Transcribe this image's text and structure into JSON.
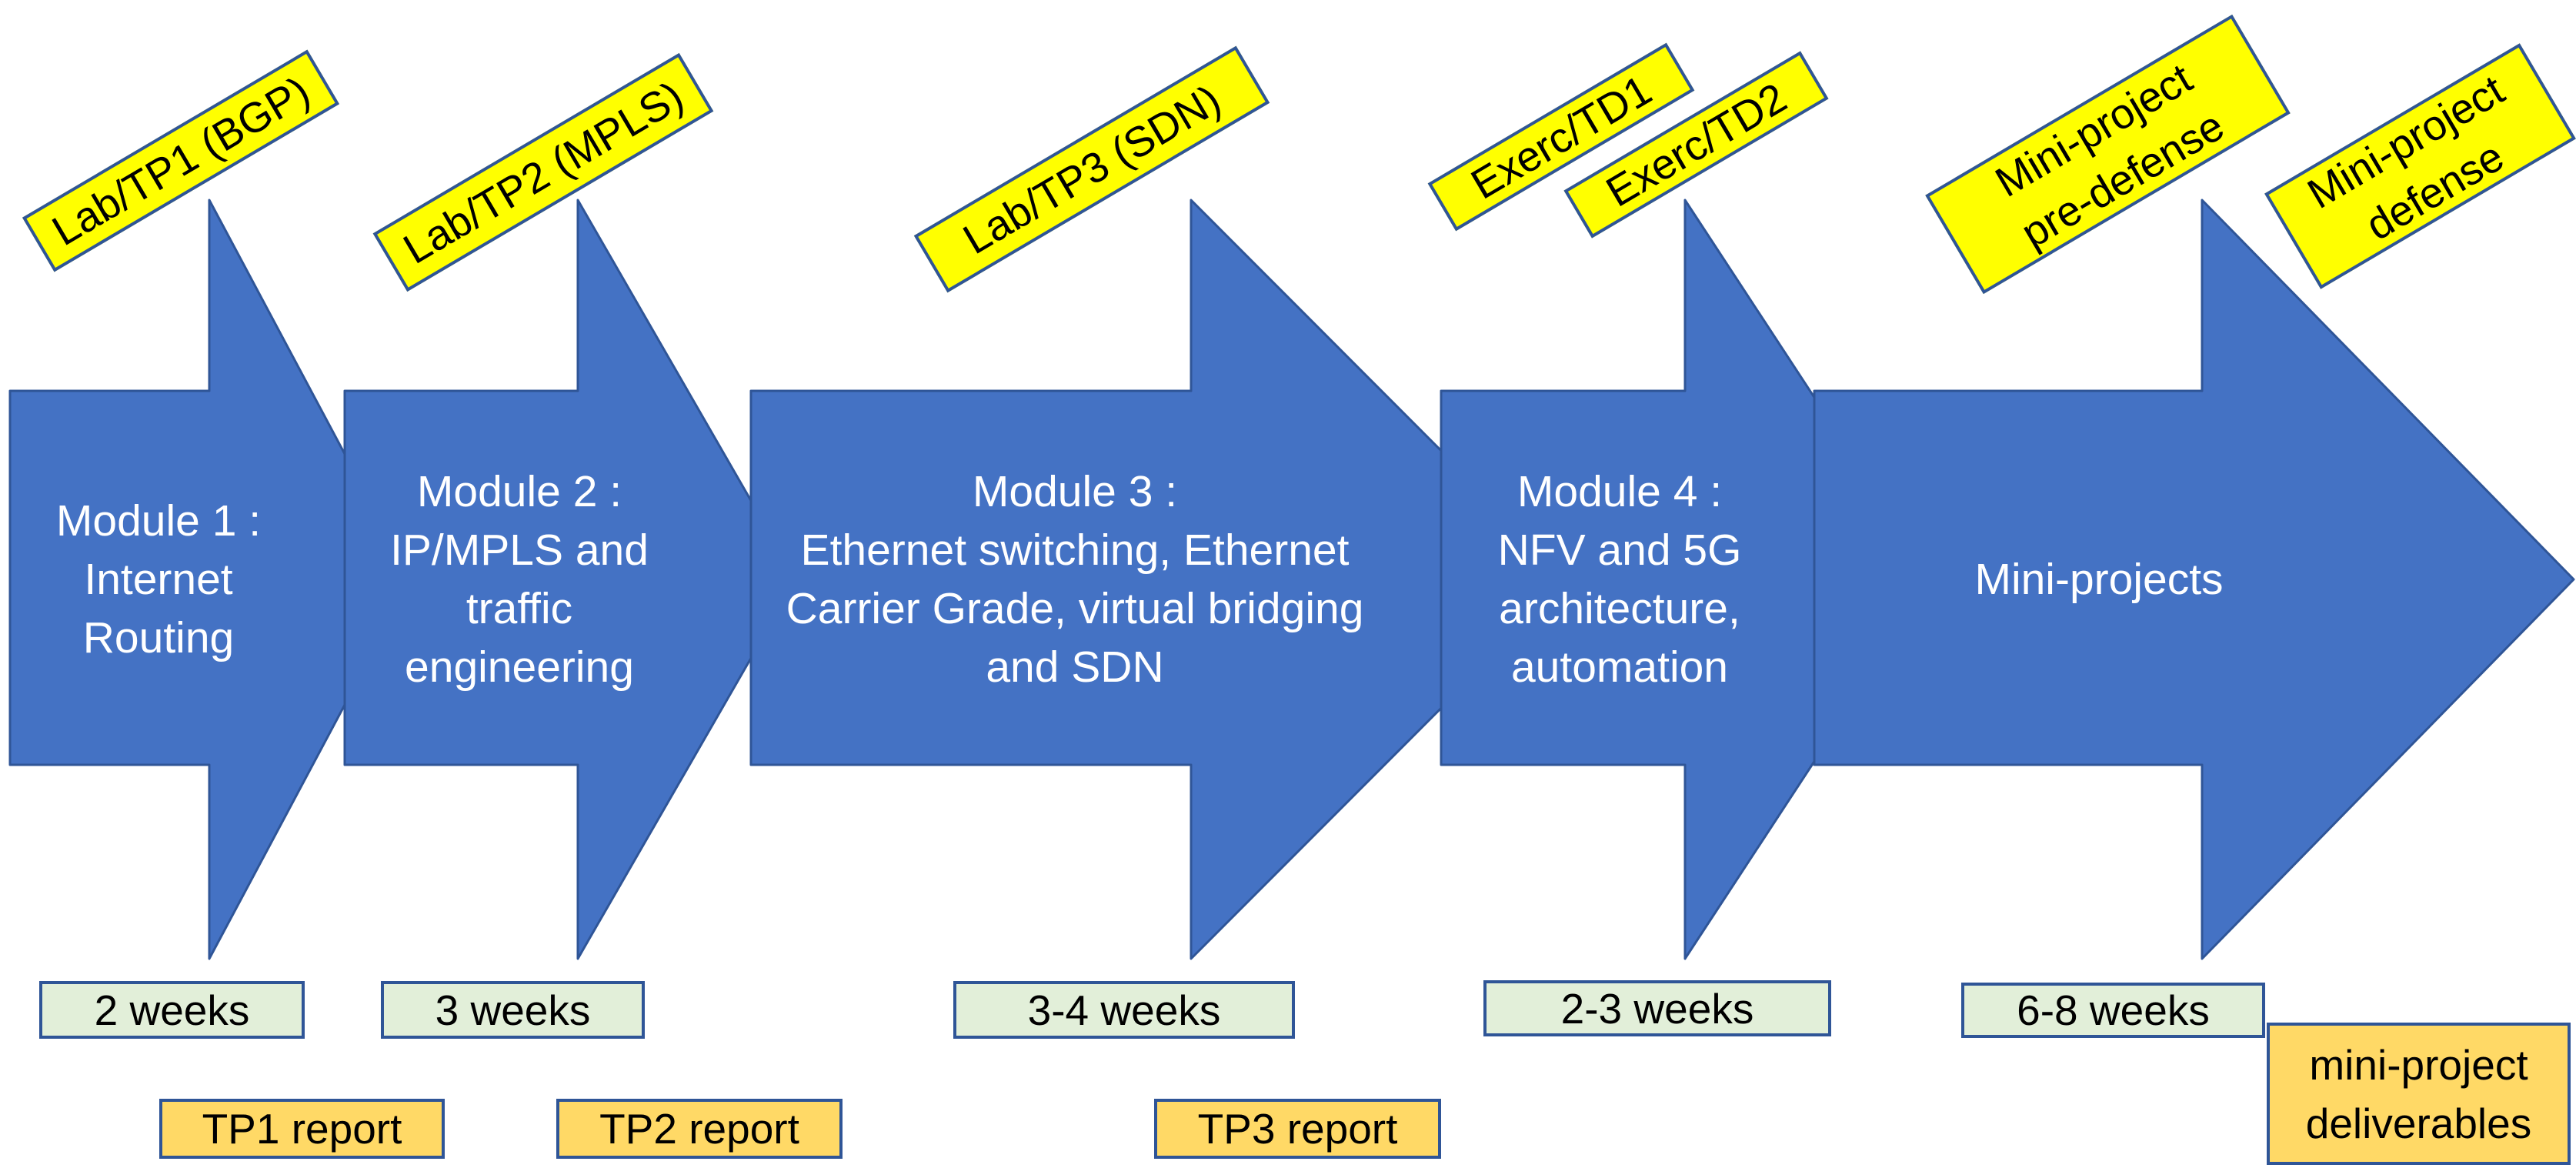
{
  "diagram": {
    "modules": [
      {
        "title": "Module 1 :\nInternet\nRouting"
      },
      {
        "title": "Module 2 :\nIP/MPLS and\ntraffic\nengineering"
      },
      {
        "title": "Module 3 :\nEthernet switching, Ethernet\nCarrier Grade, virtual bridging\nand SDN"
      },
      {
        "title": "Module 4 :\nNFV and 5G\narchitecture,\nautomation"
      },
      {
        "title": "Mini-projects"
      }
    ],
    "callouts": [
      {
        "text": "Lab/TP1 (BGP)"
      },
      {
        "text": "Lab/TP2 (MPLS)"
      },
      {
        "text": "Lab/TP3 (SDN)"
      },
      {
        "text": "Exerc/TD1"
      },
      {
        "text": "Exerc/TD2"
      },
      {
        "text": "Mini-project\npre-defense"
      },
      {
        "text": "Mini-project\ndefense"
      }
    ],
    "durations": [
      {
        "text": "2 weeks"
      },
      {
        "text": "3 weeks"
      },
      {
        "text": "3-4 weeks"
      },
      {
        "text": "2-3 weeks"
      },
      {
        "text": "6-8 weeks"
      }
    ],
    "notes": [
      {
        "text": "TP1 report"
      },
      {
        "text": "TP2 report"
      },
      {
        "text": "TP3 report"
      },
      {
        "text": "mini-project\ndeliverables"
      }
    ],
    "colors": {
      "arrow_fill": "#4472C4",
      "arrow_stroke": "#2F5597",
      "callout_fill": "#FFFF00",
      "duration_fill": "#E2EFD9",
      "note_fill": "#FFD966",
      "title_text": "#FFFFFF",
      "label_text": "#000000"
    }
  }
}
